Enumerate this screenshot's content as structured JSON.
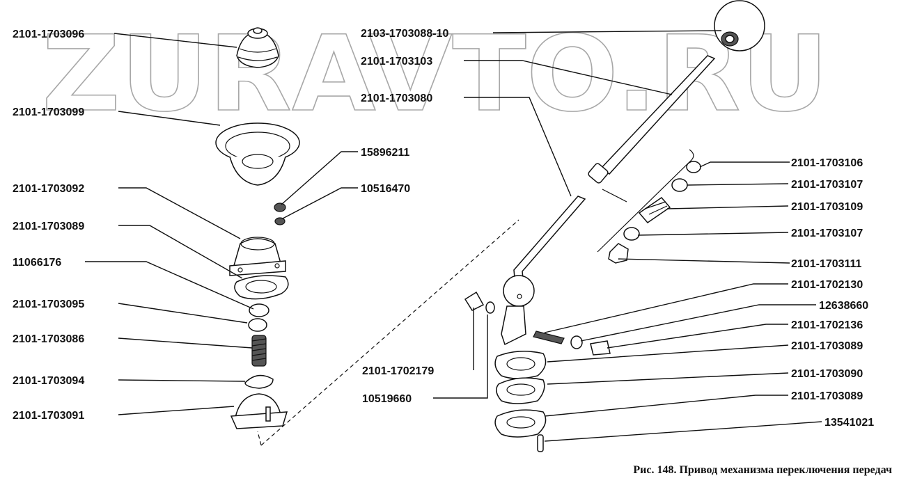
{
  "watermark": "ZURAVTO.RU",
  "caption": "Рис. 148. Привод механизма переключения передач",
  "callouts": {
    "p_1703096": "2101-1703096",
    "p_1703099": "2101-1703099",
    "p_15896211": "15896211",
    "p_10516470": "10516470",
    "p_1703092": "2101-1703092",
    "p_1703089a": "2101-1703089",
    "p_11066176": "11066176",
    "p_1703095": "2101-1703095",
    "p_1703086": "2101-1703086",
    "p_1703094": "2101-1703094",
    "p_1703091": "2101-1703091",
    "p_1703088_10": "2103-1703088-10",
    "p_1703103": "2101-1703103",
    "p_1703080": "2101-1703080",
    "p_1703106": "2101-1703106",
    "p_1703107a": "2101-1703107",
    "p_1703109": "2101-1703109",
    "p_1703107b": "2101-1703107",
    "p_1703111": "2101-1703111",
    "p_1702130": "2101-1702130",
    "p_12638660": "12638660",
    "p_1702136": "2101-1702136",
    "p_1703089b": "2101-1703089",
    "p_1702179": "2101-1702179",
    "p_1703090": "2101-1703090",
    "p_10519660": "10519660",
    "p_1703089c": "2101-1703089",
    "p_13541021": "13541021"
  }
}
